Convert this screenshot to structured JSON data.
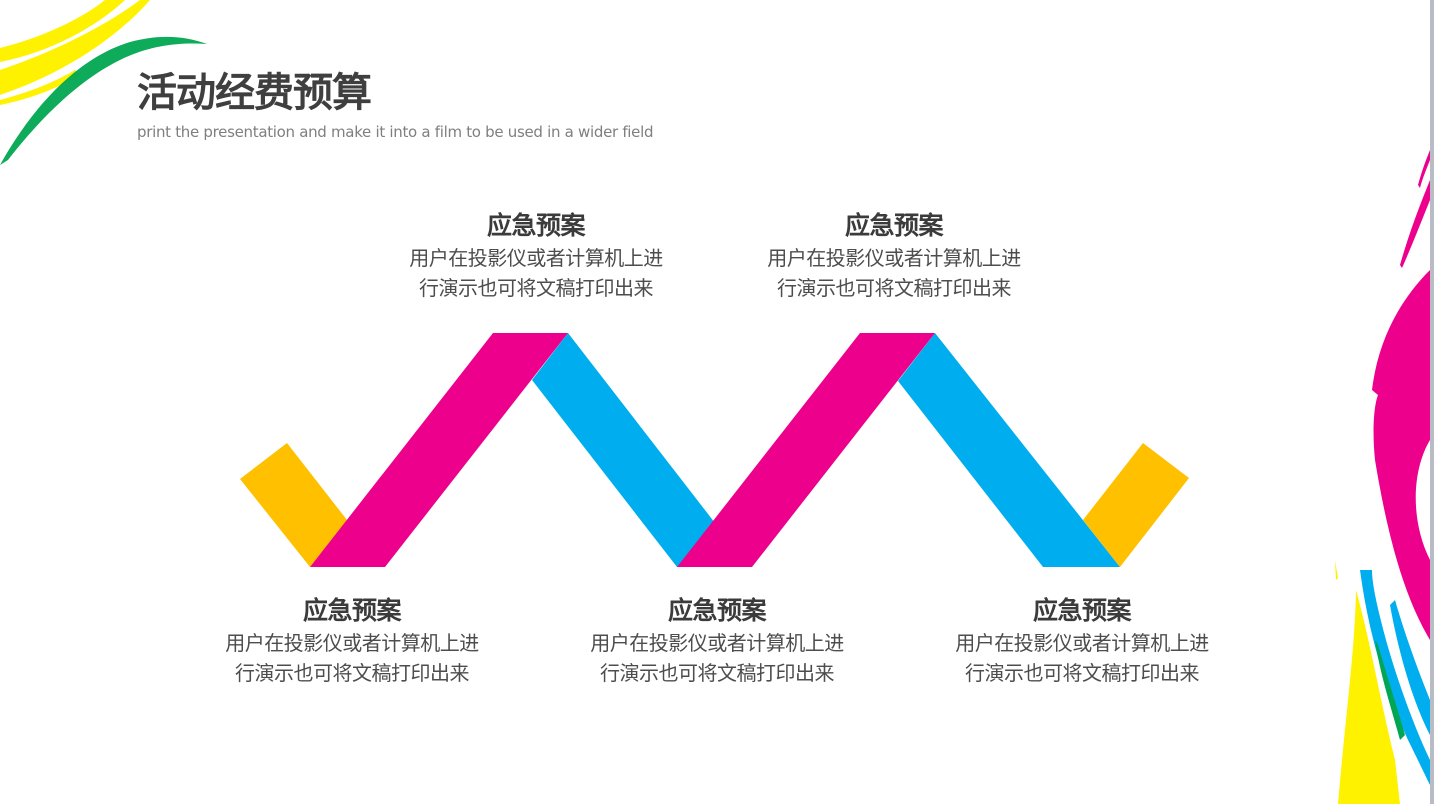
{
  "header": {
    "title": "活动经费预算",
    "subtitle": "print the presentation and make it into a film to be used in a wider field"
  },
  "colors": {
    "pink": "#EC008C",
    "blue": "#00AEEF",
    "yellow_orange": "#FFC000",
    "yellow": "#FFF200",
    "green": "#00A651",
    "title_text": "#3f3f3f",
    "subtitle_text": "#7f7f7f"
  },
  "zigzag": {
    "segments": [
      "yellow-left",
      "pink-1",
      "blue-1",
      "pink-2",
      "blue-2",
      "yellow-right"
    ]
  },
  "top_items": [
    {
      "title": "应急预案",
      "line1": "用户在投影仪或者计算机上进",
      "line2": "行演示也可将文稿打印出来"
    },
    {
      "title": "应急预案",
      "line1": "用户在投影仪或者计算机上进",
      "line2": "行演示也可将文稿打印出来"
    }
  ],
  "bottom_items": [
    {
      "title": "应急预案",
      "line1": "用户在投影仪或者计算机上进",
      "line2": "行演示也可将文稿打印出来"
    },
    {
      "title": "应急预案",
      "line1": "用户在投影仪或者计算机上进",
      "line2": "行演示也可将文稿打印出来"
    },
    {
      "title": "应急预案",
      "line1": "用户在投影仪或者计算机上进",
      "line2": "行演示也可将文稿打印出来"
    }
  ]
}
